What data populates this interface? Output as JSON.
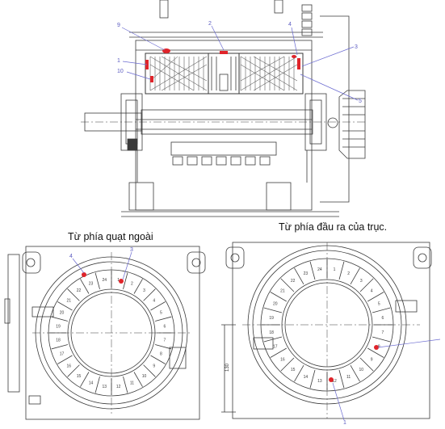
{
  "captions": {
    "left": "Từ phía quạt ngoài",
    "right": "Từ phía đầu ra của trục."
  },
  "top_callouts": [
    {
      "num": "9"
    },
    {
      "num": "2"
    },
    {
      "num": "4"
    },
    {
      "num": "3"
    },
    {
      "num": "1"
    },
    {
      "num": "10"
    },
    {
      "num": "5"
    }
  ],
  "left_view": {
    "callouts": [
      {
        "num": "4"
      },
      {
        "num": "3"
      }
    ],
    "slot_labels": [
      "1",
      "2",
      "3",
      "4",
      "5",
      "6",
      "7",
      "8",
      "9",
      "10",
      "11",
      "12",
      "13",
      "14",
      "15",
      "16",
      "17",
      "18",
      "19",
      "20",
      "21",
      "22",
      "23",
      "24"
    ]
  },
  "right_view": {
    "callouts": [
      {
        "num": "1"
      }
    ],
    "slot_labels": [
      "1",
      "2",
      "3",
      "4",
      "5",
      "6",
      "7",
      "8",
      "9",
      "10",
      "11",
      "12",
      "13",
      "14",
      "15",
      "16",
      "17",
      "18",
      "19",
      "20",
      "21",
      "22",
      "23",
      "24"
    ],
    "dimension_text": "130"
  },
  "colors": {
    "line": "#3a3a3a",
    "callout": "#6a6ad0",
    "marker": "#e0242a",
    "paper": "#ffffff"
  }
}
